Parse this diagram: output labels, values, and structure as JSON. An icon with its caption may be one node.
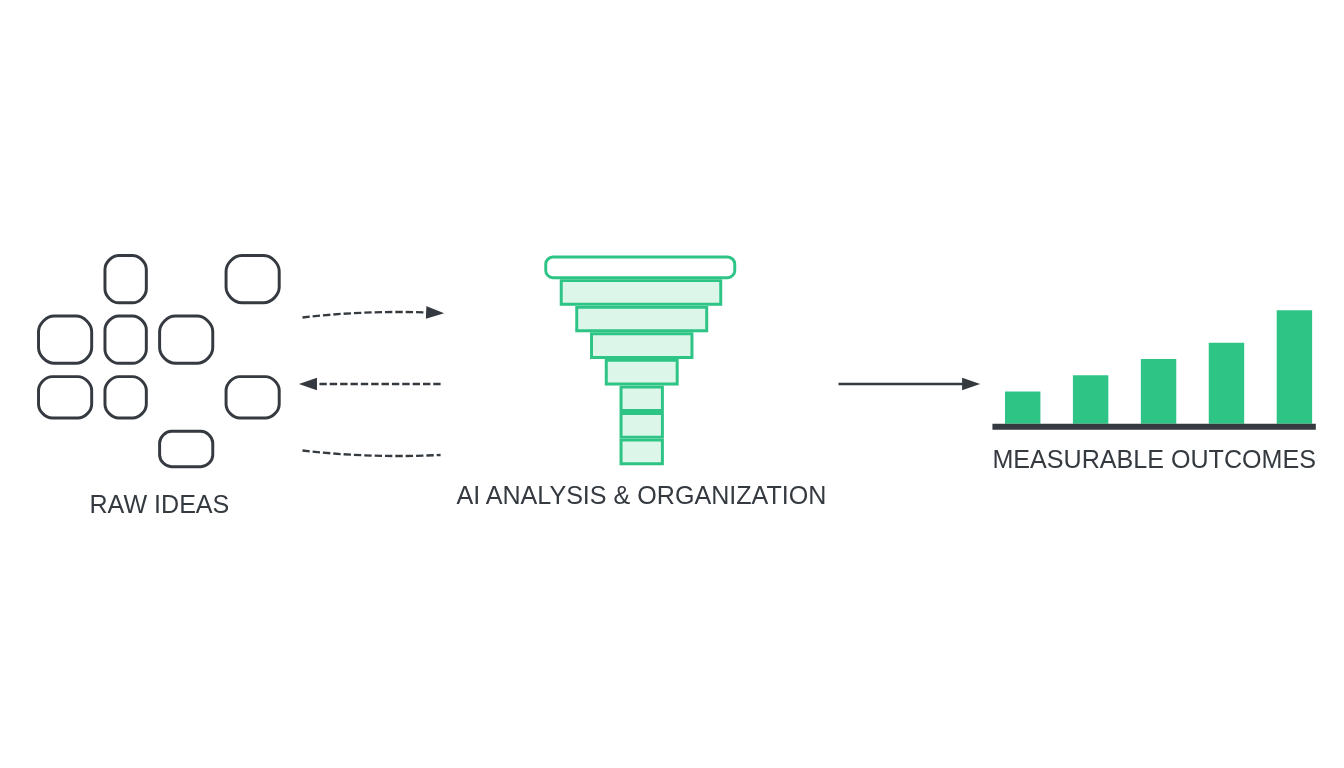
{
  "diagram": {
    "nodes": [
      {
        "text": [
          "RAW IDEAS"
        ]
      },
      {
        "text": [
          "AI ANALYSIS & ORGANIZATION"
        ]
      },
      {
        "text": [
          "MEASURABLE OUTCOMES"
        ]
      }
    ],
    "edges": [
      {
        "from": 1,
        "to": 0,
        "arrow": "to",
        "style": "dashed"
      },
      {
        "from": 0,
        "to": 1,
        "arrow": "none",
        "style": "dashed"
      },
      {
        "from": 0,
        "to": 1,
        "arrow": "to",
        "style": "dashed"
      },
      {
        "from": 1,
        "to": 2,
        "arrow": "to"
      }
    ]
  }
}
